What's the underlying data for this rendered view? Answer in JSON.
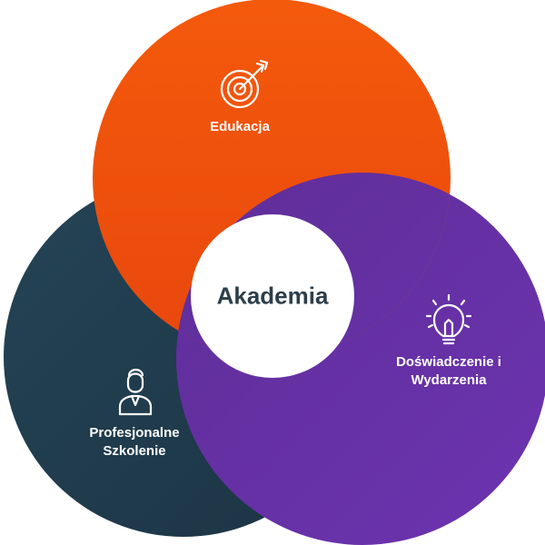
{
  "diagram": {
    "center": {
      "label": "Akademia"
    },
    "circles": [
      {
        "id": "edukacja",
        "lines": [
          "Edukacja"
        ],
        "icon": "target-icon",
        "color": "#f04e0c"
      },
      {
        "id": "profesjonalne",
        "lines": [
          "Profesjonalne",
          "Szkolenie"
        ],
        "icon": "person-icon",
        "color": "#213c4e"
      },
      {
        "id": "doswiadczenie",
        "lines": [
          "Doświadczenie i",
          "Wydarzenia"
        ],
        "icon": "lightbulb-icon",
        "color": "#6530a6"
      }
    ]
  }
}
